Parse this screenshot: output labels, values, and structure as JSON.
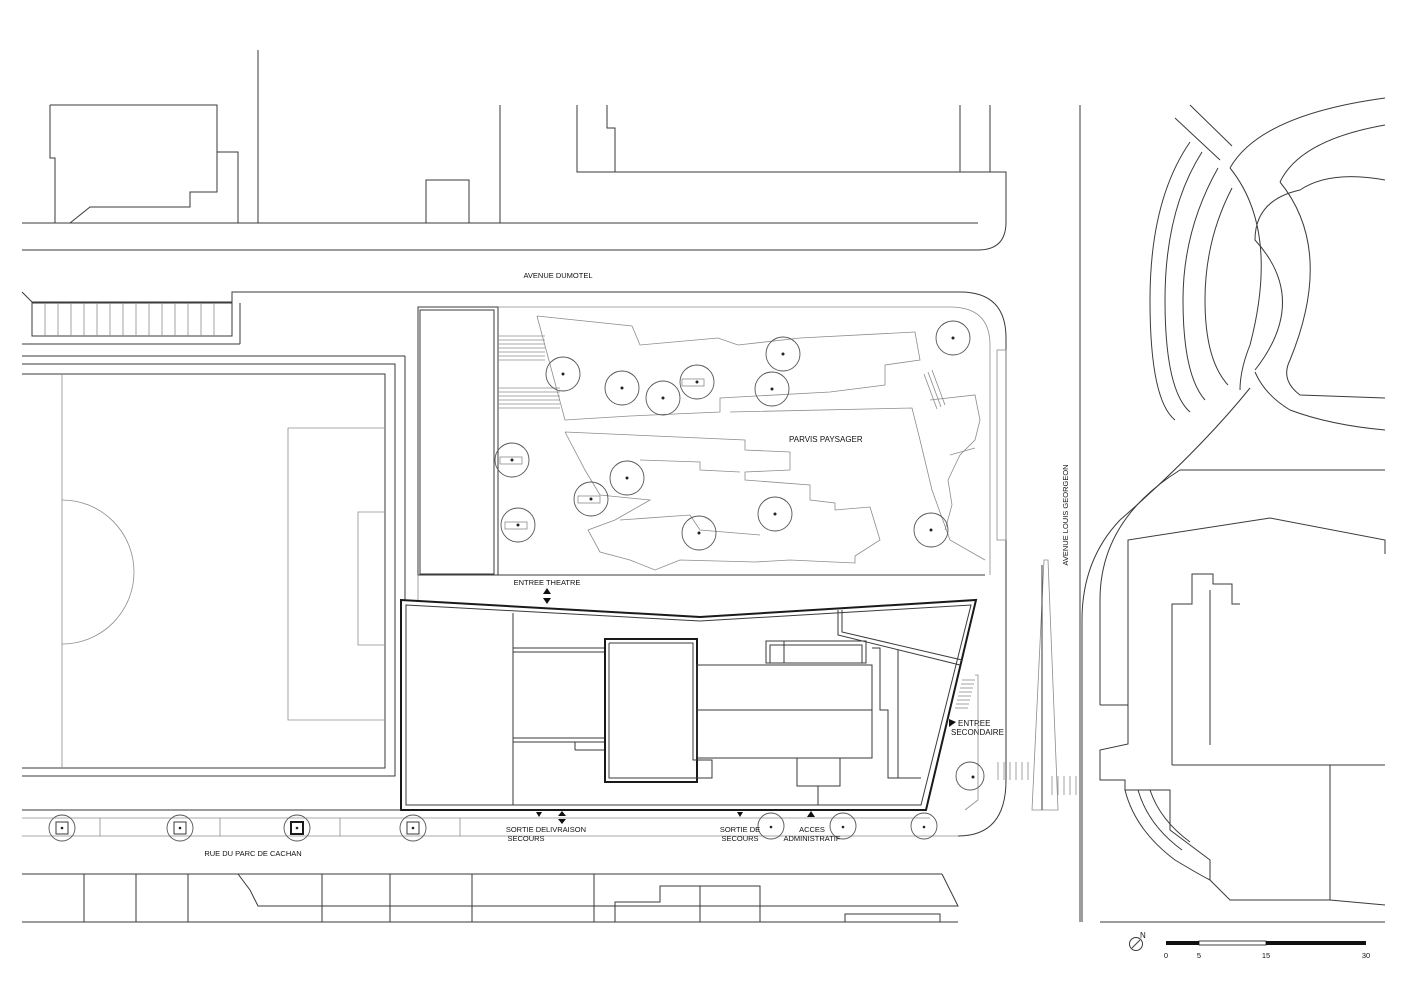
{
  "labels": {
    "avenue_dumotel": "AVENUE DUMOTEL",
    "parvis": "PARVIS PAYSAGER",
    "entree_theatre": "ENTREE THEATRE",
    "avenue_louis_georgeon": "AVENUE LOUIS GEORGEON",
    "entree_secondaire_1": "ENTREE",
    "entree_secondaire_2": "SECONDAIRE",
    "rue_parc_cachan": "RUE DU PARC DE CACHAN",
    "sortie_secours_1a": "SORTIE DE",
    "sortie_secours_1b": "SECOURS",
    "livraison": "LIVRAISON",
    "sortie_secours_2a": "SORTIE DE",
    "sortie_secours_2b": "SECOURS",
    "acces_admin_1": "ACCES",
    "acces_admin_2": "ADMINISTRATIF"
  },
  "scale_bar": {
    "ticks": [
      "0",
      "5",
      "15",
      "30"
    ]
  },
  "north_icon": "north-arrow-icon"
}
